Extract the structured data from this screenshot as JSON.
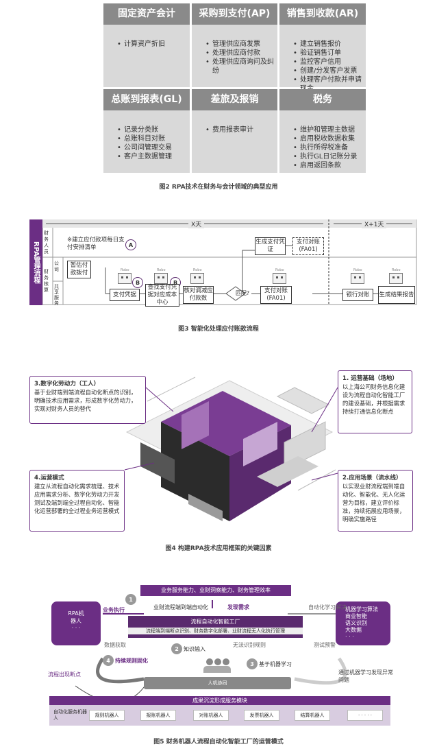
{
  "fig2": {
    "cells": [
      {
        "title": "固定资产会计",
        "items": [
          "计算资产折旧"
        ]
      },
      {
        "title": "采购到支付(AP)",
        "items": [
          "管理供应商发票",
          "处理供应商付款",
          "处理供应商询问及纠纷"
        ]
      },
      {
        "title": "销售到收款(AR)",
        "items": [
          "建立销售报价",
          "验证销售订单",
          "监控客户信用",
          "创建/分发客户发票",
          "处理客户付款并申请现金"
        ]
      },
      {
        "title": "总账到报表(GL)",
        "items": [
          "记录分类账",
          "总账科目对账",
          "公司间管理交易",
          "客户主数据管理"
        ]
      },
      {
        "title": "差旅及报销",
        "items": [
          "费用报表审计"
        ]
      },
      {
        "title": "税务",
        "items": [
          "维护和管理主数据",
          "启用税收数据收集",
          "执行所得税准备",
          "执行GL日记账分录",
          "启用返回条款"
        ]
      }
    ],
    "caption": "图2  RPA技术在财务与会计领域的典型应用"
  },
  "fig3": {
    "side_title": "RPA管理流程",
    "lane_top": "财务人员",
    "lane_bottom": "财务核算",
    "lane_company": "公司",
    "lane_shared": "共享服务",
    "x_day": "X天",
    "x1_day": "X+1天",
    "note": "※建立应付款项每日支付安排清单",
    "circle_a": "A",
    "circle_b": "B",
    "robo": "Robo",
    "boxes": {
      "gen_voucher": "生成支付凭证",
      "pay_check_fa": "支付对账(FA01)",
      "pay_est": "暂估付款拨付",
      "pay_voucher": "支付凭据",
      "find_voucher": "查找支付凭据对应成本中心",
      "verify": "核对调减应付款数",
      "match": "匹配?",
      "pay_check2": "支付对账(FA01)",
      "bank": "银行对账",
      "report": "生成结果报告"
    },
    "caption": "图3  智能化处理应付账款流程"
  },
  "fig4": {
    "boxes": [
      {
        "title": "3.数字化劳动力（工人）",
        "text": "基于业财端到端流程自动化断点的识别，明确技术应用需求，形成数字化劳动力，实现对财务人员的替代"
      },
      {
        "title": "1. 运营基础（场地）",
        "text": "以上海公司财务信息化建设为流程自动化智能工厂的建设基础，并根据需求持续打通信息化断点"
      },
      {
        "title": "4.运营模式",
        "text": "建立从流程自动化需求梳理、技术应用需求分析、数字化劳动力开发测试及端到端全过程自动化、智能化运营部署的全过程业务运营模式"
      },
      {
        "title": "2.应用场景（流水线）",
        "text": "以实现业财流程端到端自动化、智能化、无人化运营为目标，建立评价标准，持续拓展应用场景，明确实施路径"
      }
    ],
    "caption": "图4  构建RPA技术应用框架的关键因素"
  },
  "fig5": {
    "top_banner": "业务服务能力、业财洞察能力、财务管理效率",
    "e2e": "业财流程端到端自动化",
    "discover": "发现需求",
    "factory": "流程自动化智能工厂",
    "factory_sub": "流程端到端断点识别、财务数字化部署、业财流程无人化执行管理",
    "rpa": "RPA机器人",
    "rpa_dots": "· · ·",
    "ml_title": "机器学习算法",
    "ml_items": [
      "商业智能",
      "语义识别",
      "大数据",
      "· · ·"
    ],
    "exec": "业务执行",
    "data": "数据获取",
    "auto_solve": "自动化学习解决",
    "test": "测试预警",
    "knowledge": "知识输入",
    "cannot": "无法识别规则",
    "ml_based": "基于机器学习",
    "rule": "持续规则固化",
    "break": "流程出现断点",
    "ml_find": "通过机器学习发现异常问题",
    "hmc": "人机协同",
    "n1": "1",
    "n2": "2",
    "n3": "3",
    "n4": "4",
    "module": "成果沉淀形成服务模块",
    "robots_label": "自动化服务机器人",
    "robots": [
      "规则机器人",
      "报账机器人",
      "对账机器人",
      "发票机器人",
      "结算机器人",
      "· · · · ·"
    ],
    "caption": "图5  财务机器人流程自动化智能工厂的运营模式"
  },
  "colors": {
    "purple": "#6b2e84",
    "gray_head": "#8a8a8a",
    "gray_cell": "#d9d9d9"
  }
}
